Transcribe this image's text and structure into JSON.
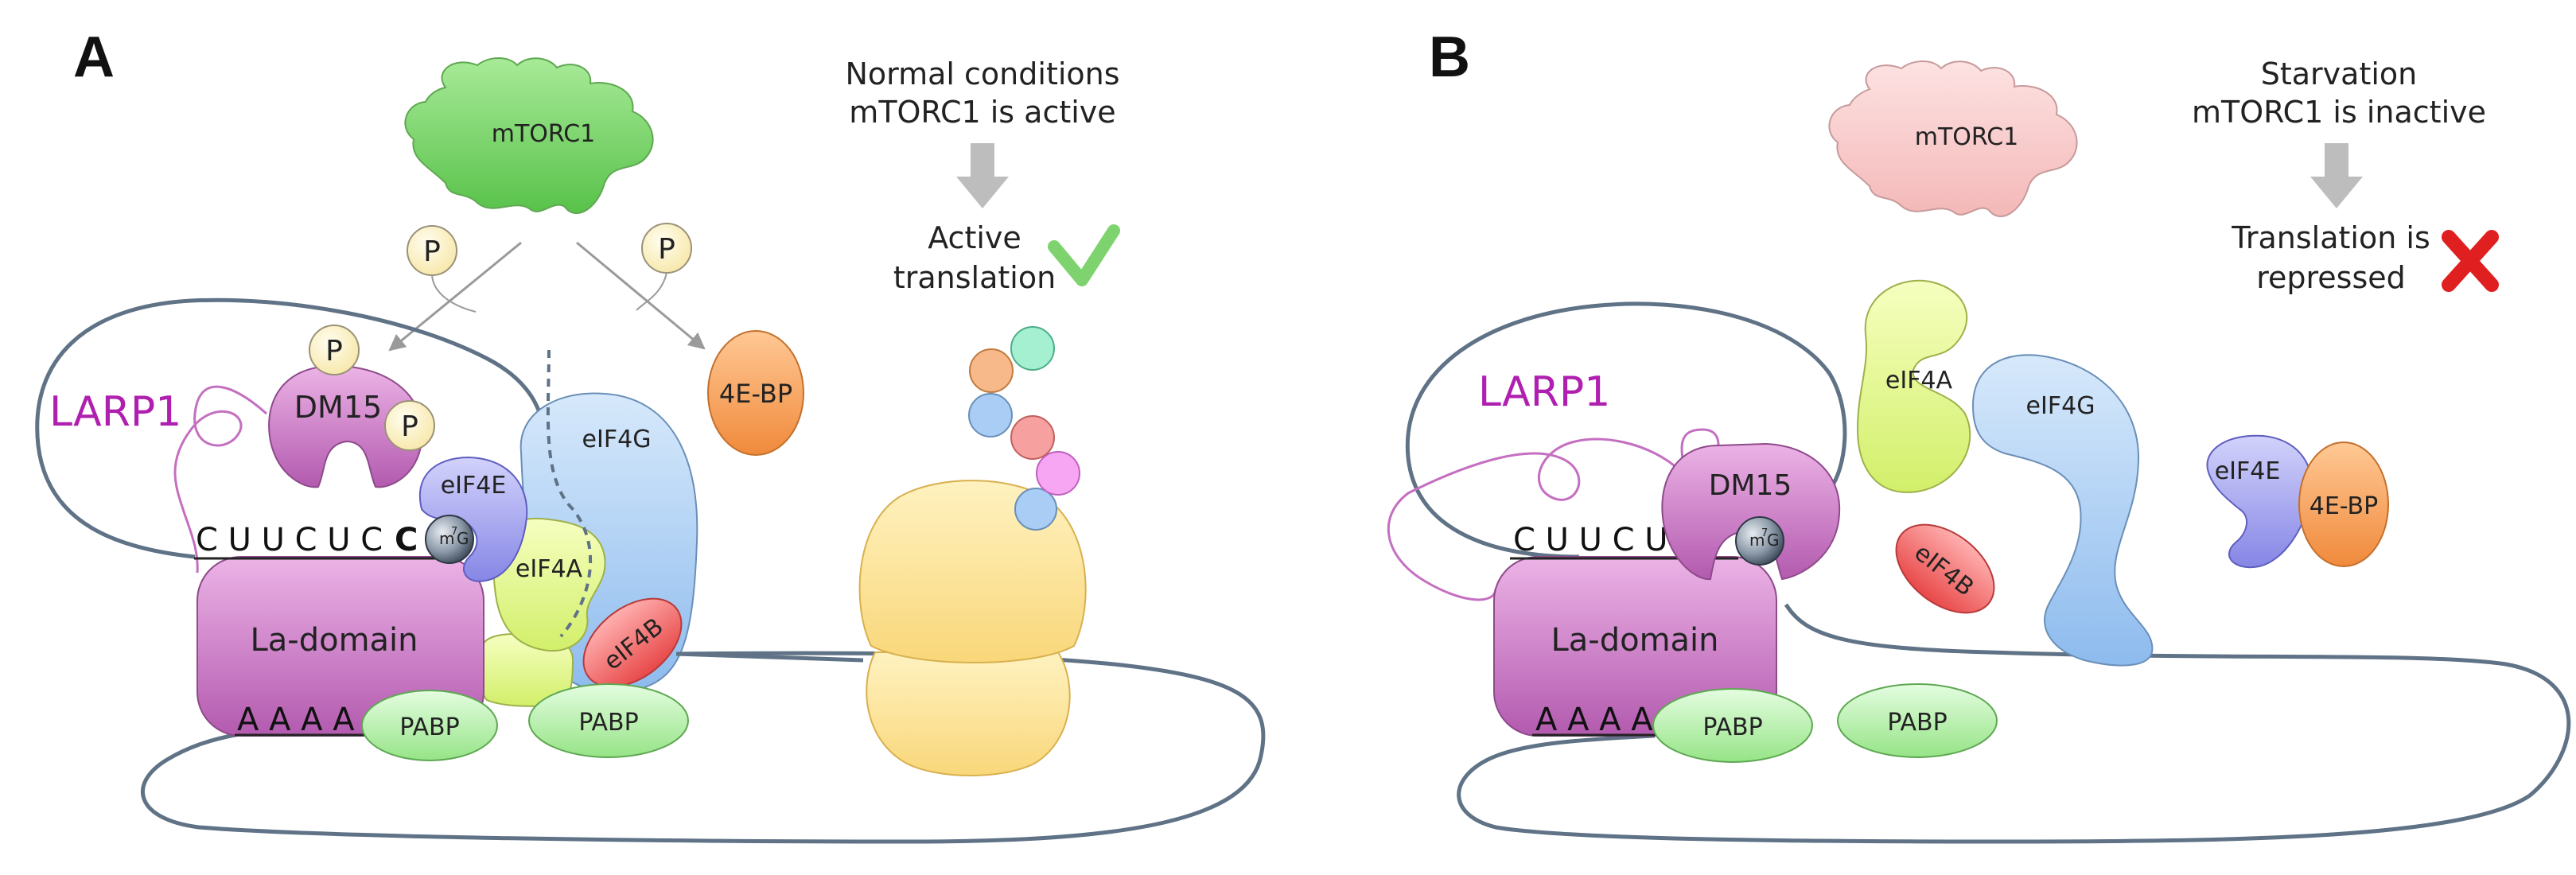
{
  "panel_a": {
    "letter": "A",
    "condition_line1": "Normal conditions",
    "condition_line2": "mTORC1 is active",
    "result_line1": "Active",
    "result_line2": "translation",
    "mtorc1": "mTORC1",
    "p": "P",
    "larp1": "LARP1",
    "dm15": "DM15",
    "eif4e": "eIF4E",
    "eif4g": "eIF4G",
    "eif4a": "eIF4A",
    "eif4b": "eIF4B",
    "ebp": "4E-BP",
    "pabp": "PABP",
    "la_domain": "La-domain",
    "cap_m": "m",
    "cap_sup": "7",
    "cap_g": "G",
    "top_seq": "C U U C U C",
    "top_last": "C",
    "polya": "A A A A A"
  },
  "panel_b": {
    "letter": "B",
    "condition_line1": "Starvation",
    "condition_line2": "mTORC1 is inactive",
    "result_line1": "Translation is",
    "result_line2": "repressed",
    "mtorc1": "mTORC1",
    "larp1": "LARP1",
    "dm15": "DM15",
    "eif4e": "eIF4E",
    "eif4g": "eIF4G",
    "eif4a": "eIF4A",
    "eif4b": "eIF4B",
    "ebp": "4E-BP",
    "pabp": "PABP",
    "la_domain": "La-domain",
    "cap_m": "m",
    "cap_sup": "7",
    "cap_g": "G",
    "top_seq": "C U U C U C",
    "polya": "A A A A A"
  },
  "colors": {
    "mtorc1_active": "#7fd36e",
    "mtorc1_inactive": "#f7c8c8",
    "larp1": "#c46fc0",
    "eif4e": "#9e9ef2",
    "eif4g": "#a9cdf5",
    "eif4a": "#e6f78a",
    "eif4b": "#f46a6a",
    "ebp": "#f7a45a",
    "pabp": "#aef0a0",
    "ribosome": "#fbe08c",
    "mrna": "#5f7286",
    "check": "#7fd36e",
    "cross": "#e02020"
  }
}
